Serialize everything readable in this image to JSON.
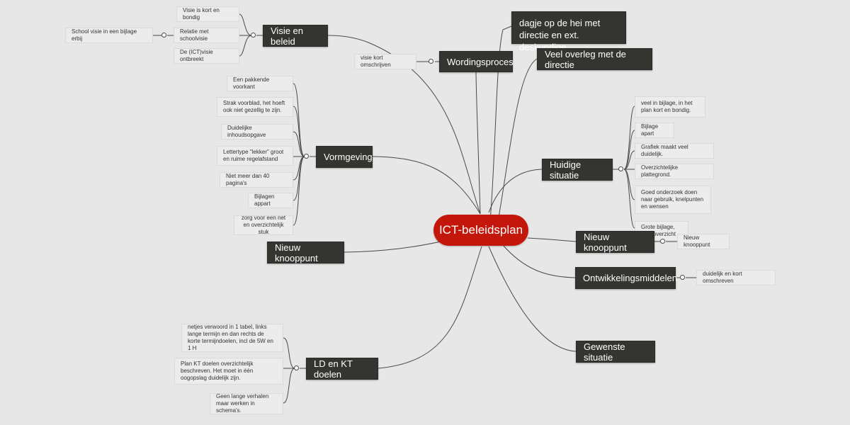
{
  "center": {
    "label": "ICT-beleidsplan"
  },
  "visie": {
    "label": "Visie en beleid",
    "items": [
      "Visie is kort en bondig",
      "Relatie met schoolvisie",
      "De (ICT)visie ontbreekt"
    ],
    "detail": "School visie in een bijlage erbij"
  },
  "wording": {
    "label": "Wordingsproces",
    "note": "visie kort omschrijven",
    "branch1": "dagje op de hei met directie en ext. deskundige.",
    "branch2": "Veel overleg met de directie"
  },
  "vormgeving": {
    "label": "Vormgeving",
    "items": [
      "Een pakkende voorkant",
      "Strak voorblad, het hoeft ook niet gezellig te zijn.",
      "Duidelijke inhoudsopgave",
      "Lettertype \"lekker\" groot en ruime regelafstand",
      "Niet meer dan 40 pagina's",
      "Bijlagen appart",
      "zorg voor een net en overzichtelijk stuk"
    ]
  },
  "knoop_left": {
    "label": "Nieuw knooppunt"
  },
  "huidige": {
    "label": "Huidige situatie",
    "items": [
      "veel in bijlage, in het plan kort en bondig.",
      "Bijlage apart",
      "Grafiek maakt veel duidelijk.",
      "Overzichtelijke plattegrond.",
      "Goed onderzoek doen naar gebruik, knelpunten en wensen",
      "Grote bijlage, veel overzicht"
    ]
  },
  "knoop_right": {
    "label": "Nieuw knooppunt",
    "child": "Nieuw knooppunt"
  },
  "ontwikkeling": {
    "label": "Ontwikkelingsmiddelen",
    "child": "duidelijk en kort omschreven"
  },
  "gewenste": {
    "label": "Gewenste situatie"
  },
  "ldkt": {
    "label": "LD en KT doelen",
    "items": [
      "netjes verwoord in 1 tabel, links lange termijn en dan rechts de korte termijndoelen, incl de 5W en 1 H",
      "Plan KT doelen overzichtelijk beschreven. Het moet in één oogopslag duidelijk zijn.",
      "Geen lange verhalen maar werken in schema's."
    ]
  },
  "colors": {
    "center": "#c4170c",
    "node": "#343530",
    "line": "#4a4a4a",
    "background": "#e7e7e7"
  }
}
